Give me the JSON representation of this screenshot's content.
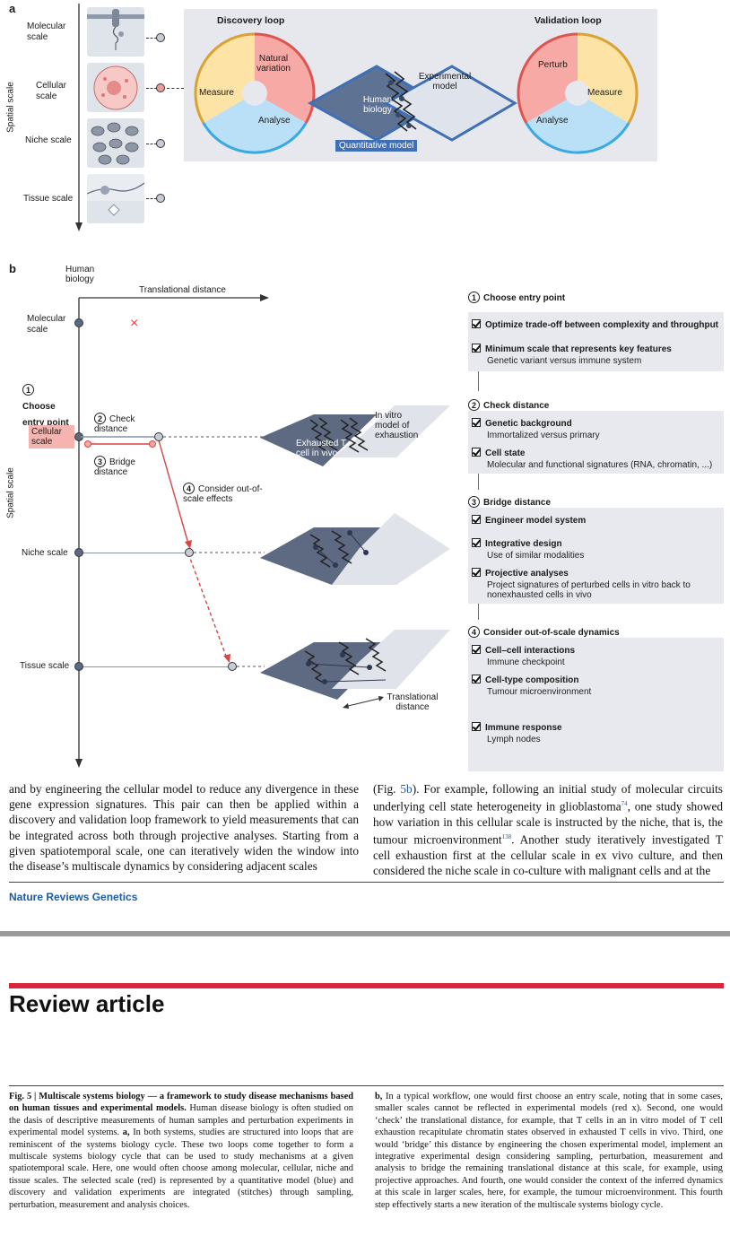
{
  "panel_a": {
    "letter": "a",
    "spatial_scale_label": "Spatial scale",
    "scales": [
      "Molecular scale",
      "Cellular scale",
      "Niche scale",
      "Tissue scale"
    ],
    "discovery_loop": {
      "title": "Discovery loop",
      "segments": [
        "Natural variation",
        "Measure",
        "Analyse"
      ]
    },
    "validation_loop": {
      "title": "Validation loop",
      "segments": [
        "Perturb",
        "Measure",
        "Analyse"
      ]
    },
    "model": {
      "human_biology": "Human biology",
      "experimental_model": "Experimental model",
      "quantitative_model": "Quantitative model"
    },
    "colors": {
      "red_segment": "#f6a9a5",
      "yellow_segment": "#fde3a5",
      "blue_segment": "#b9e0f6",
      "model_blue": "#3f6fb5",
      "panel_bg": "#e6e8ee"
    }
  },
  "panel_b": {
    "letter": "b",
    "human_biology": "Human biology",
    "translational_distance": "Translational distance",
    "spatial_scale_label": "Spatial scale",
    "scales": [
      "Molecular scale",
      "Cellular scale",
      "Niche scale",
      "Tissue scale"
    ],
    "choose_entry_point": {
      "num": "1",
      "text": "Choose entry point"
    },
    "check_distance": {
      "num": "2",
      "text": "Check distance"
    },
    "bridge_distance": {
      "num": "3",
      "text": "Bridge distance"
    },
    "consider_effects": {
      "num": "4",
      "text": "Consider out-of-scale effects"
    },
    "cross_mark": "×",
    "plane1": {
      "left": "Exhausted T cell in vivo",
      "right": "In vitro model of exhaustion"
    },
    "translational_distance_bottom": "Translational distance"
  },
  "checklist": {
    "steps": [
      {
        "num": "1",
        "title": "Choose entry point",
        "items": [
          {
            "title": "Optimize trade-off between complexity and throughput",
            "sub": ""
          },
          {
            "title": "Minimum scale that represents key features",
            "sub": "Genetic variant versus immune system"
          }
        ]
      },
      {
        "num": "2",
        "title": "Check distance",
        "items": [
          {
            "title": "Genetic background",
            "sub": "Immortalized versus primary"
          },
          {
            "title": "Cell state",
            "sub": "Molecular and functional signatures (RNA, chromatin, ...)"
          }
        ]
      },
      {
        "num": "3",
        "title": "Bridge distance",
        "items": [
          {
            "title": "Engineer model system",
            "sub": ""
          },
          {
            "title": "Integrative design",
            "sub": "Use of similar modalities"
          },
          {
            "title": "Projective analyses",
            "sub": "Project signatures of perturbed cells in vitro back to nonexhausted cells in vivo"
          }
        ]
      },
      {
        "num": "4",
        "title": "Consider out-of-scale dynamics",
        "items": [
          {
            "title": "Cell–cell interactions",
            "sub": "Immune checkpoint"
          },
          {
            "title": "Cell-type composition",
            "sub": "Tumour microenvironment"
          },
          {
            "title": "Immune response",
            "sub": "Lymph nodes"
          }
        ]
      }
    ]
  },
  "body": {
    "left": "and by engineering the cellular model to reduce any divergence in these gene expression signatures. This pair can then be applied within a discovery and validation loop framework to yield measurements that can be integrated across both through projective analyses. Starting from a given spatiotemporal scale, one can iteratively widen the window into the disease’s multiscale dynamics by considering adjacent scales",
    "right_parts": [
      "(Fig. ",
      "5b",
      "). For example, following an initial study of molecular circuits underlying cell state heterogeneity in glioblastoma",
      "74",
      ", one study showed how variation in this cellular scale is instructed by the niche, that is, the tumour microenvironment",
      "138",
      ". Another study iteratively investigated T cell exhaustion first at the cellular scale in ex vivo culture, and then considered the niche scale in co-culture with malignant cells and at the"
    ],
    "journal": "Nature Reviews Genetics"
  },
  "header": {
    "section": "Review article",
    "rule_color": "#d7263d"
  },
  "caption": {
    "fig_label": "Fig. 5 | Multiscale systems biology — a framework to study disease mechanisms based on human tissues and experimental models.",
    "left_rest": " Human disease biology is often studied on the dasis of descriptive measurements of human samples and perturbation experiments in experimental model systems. ",
    "a_label": "a,",
    "a_text": " In both systems, studies are structured into loops that are reminiscent of the systems biology cycle. These two loops come together to form a multiscale systems biology cycle that can be used to study mechanisms at a given spatiotemporal scale. Here, one would often choose among molecular, cellular, niche and tissue scales. The selected scale (red) is represented by a quantitative model (blue) and discovery and validation experiments are integrated (stitches) through sampling, perturbation, measurement and analysis choices.",
    "b_label": "b,",
    "b_text": " In a typical workflow, one would first choose an entry scale, noting that in some cases, smaller scales cannot be reflected in experimental models (red x). Second, one would ‘check’ the translational distance, for example, that T cells in an in vitro model of T cell exhaustion recapitulate chromatin states observed in exhausted T cells in vivo. Third, one would ‘bridge’ this distance by engineering the chosen experimental model, implement an integrative experimental design considering sampling, perturbation, measurement and analysis to bridge the remaining translational distance at this scale, for example, using projective approaches. And fourth, one would consider the context of the inferred dynamics at this scale in larger scales, here, for example, the tumour microenvironment. This fourth step effectively starts a new iteration of the multiscale systems biology cycle."
  }
}
